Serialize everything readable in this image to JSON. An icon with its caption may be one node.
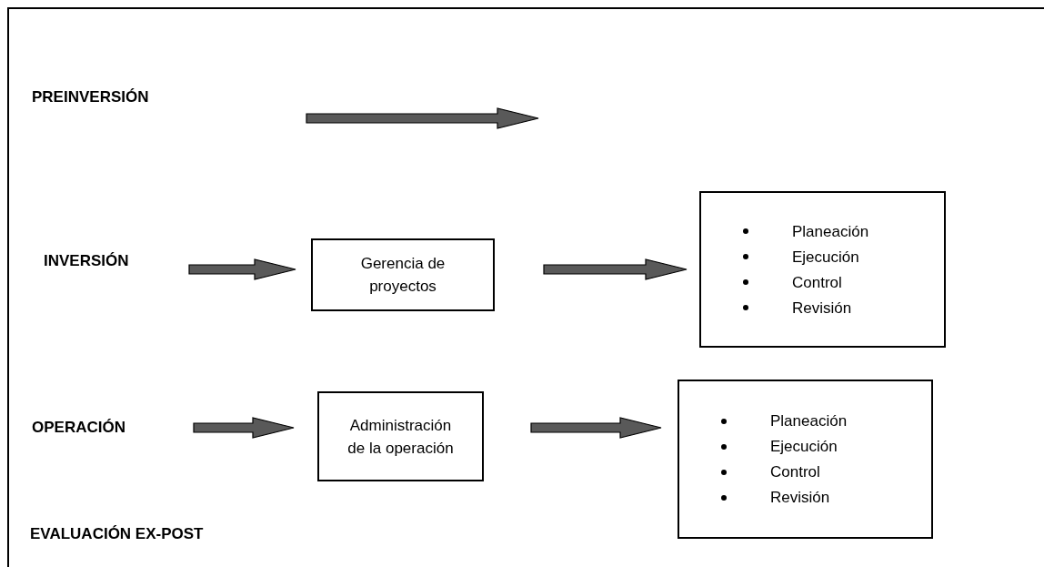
{
  "diagram": {
    "nodes": [
      {
        "text": [],
        "shape": "box"
      },
      {
        "text": [
          "PREINVERSIÓN"
        ],
        "in": 0
      },
      {
        "text": [
          "INVERSIÓN"
        ],
        "in": 0
      },
      {
        "text": [
          "Gerencia de proyectos"
        ],
        "in": 0
      },
      {
        "text": [
          "Planeación",
          "Ejecución",
          "Control",
          "Revisión"
        ],
        "in": 0
      },
      {
        "text": [
          "OPERACIÓN"
        ],
        "in": 0
      },
      {
        "text": [
          "Administración de la operación"
        ],
        "in": 0
      },
      {
        "text": [
          "Planeación",
          "Ejecución",
          "Control",
          "Revisión"
        ],
        "in": 0
      }
    ],
    "edges": [
      {
        "from": 2,
        "to": 3,
        "arrow": "to"
      },
      {
        "from": 3,
        "to": 4,
        "arrow": "to"
      },
      {
        "from": 5,
        "to": 6,
        "arrow": "to"
      },
      {
        "from": 6,
        "to": 7,
        "arrow": "to"
      }
    ],
    "labels": [
      "EVALUACIÓN EX-POST"
    ]
  }
}
